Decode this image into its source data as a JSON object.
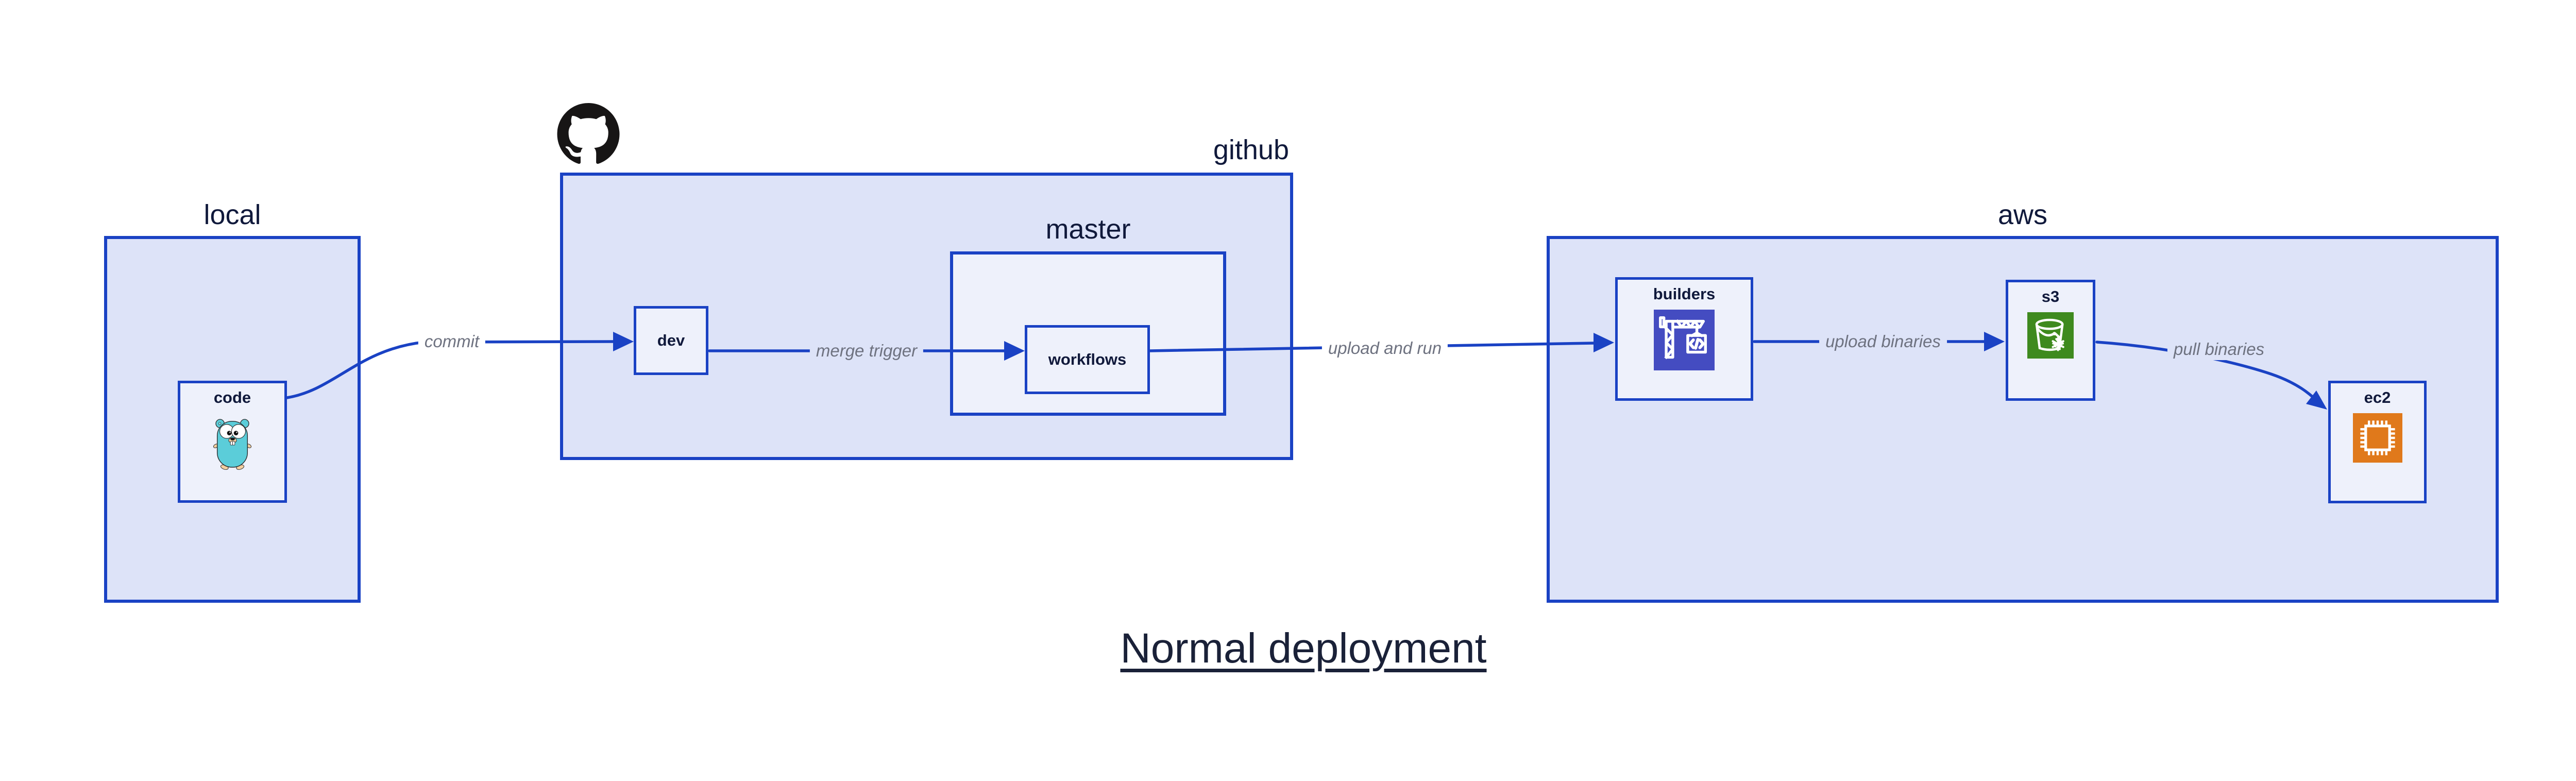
{
  "title": "Normal deployment",
  "containers": {
    "local": {
      "label": "local"
    },
    "github": {
      "label": "github"
    },
    "master": {
      "label": "master"
    },
    "aws": {
      "label": "aws"
    }
  },
  "nodes": {
    "code": {
      "label": "code",
      "icon": "go-gopher-icon"
    },
    "dev": {
      "label": "dev"
    },
    "workflows": {
      "label": "workflows"
    },
    "builders": {
      "label": "builders",
      "icon": "crane-codebuild-icon",
      "icon_color": "#444CC1"
    },
    "s3": {
      "label": "s3",
      "icon": "s3-bucket-icon",
      "icon_color": "#3E8A1E"
    },
    "ec2": {
      "label": "ec2",
      "icon": "cpu-chip-icon",
      "icon_color": "#E0791B"
    }
  },
  "edges": {
    "commit": {
      "label": "commit"
    },
    "merge_trigger": {
      "label": "merge trigger"
    },
    "upload_and_run": {
      "label": "upload and run"
    },
    "upload_binaries": {
      "label": "upload binaries"
    },
    "pull_binaries": {
      "label": "pull binaries"
    }
  },
  "icons": {
    "github_logo": "github-octocat-logo"
  },
  "colors": {
    "line_blue": "#1A42C4",
    "container_fill": "#DDE3F8",
    "node_fill": "#EEF1FB",
    "text_navy": "#10193B",
    "edge_label_gray": "#6E7280",
    "gopher_teal": "#5BCDD9",
    "github_black": "#171515",
    "builders_purple": "#444CC1",
    "s3_green": "#3E8A1E",
    "ec2_orange": "#E0791B"
  }
}
